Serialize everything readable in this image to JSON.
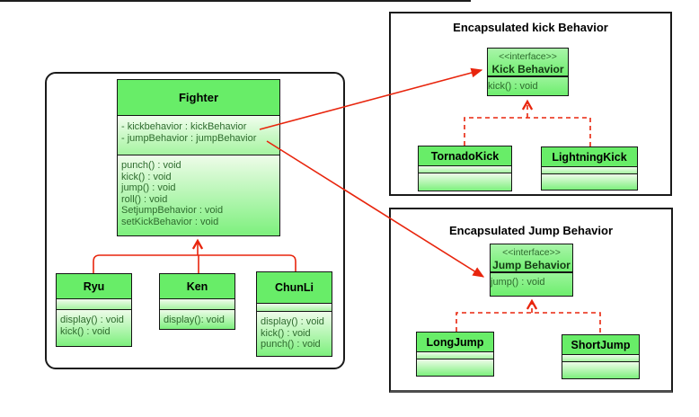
{
  "colors": {
    "connector_red": "#e8250d",
    "class_header_green": "#68ed68",
    "compartment_green_light": "#eefce9",
    "compartment_green_dark": "#7df07d",
    "method_text_green": "#2e6b2e",
    "border_black": "#141414"
  },
  "main_panel": {
    "fighter": {
      "name": "Fighter",
      "attributes": [
        "- kickbehavior : kickBehavior",
        "- jumpBehavior : jumpBehavior"
      ],
      "methods": [
        "punch() : void",
        "kick() : void",
        "jump() : void",
        "roll() : void",
        "SetjumpBehavior : void",
        "setKickBehavior : void"
      ]
    },
    "ryu": {
      "name": "Ryu",
      "methods": [
        "display() : void",
        "kick() : void"
      ]
    },
    "ken": {
      "name": "Ken",
      "methods": [
        "display(): void"
      ]
    },
    "chunli": {
      "name": "ChunLi",
      "methods": [
        "display() : void",
        "kick() : void",
        "punch() : void"
      ]
    }
  },
  "kick_panel": {
    "title": "Encapsulated kick Behavior",
    "interface": {
      "stereotype": "<<interface>>",
      "name": "Kick Behavior",
      "methods": [
        "kick() : void"
      ]
    },
    "implementations": [
      {
        "name": "TornadoKick"
      },
      {
        "name": "LightningKick"
      }
    ]
  },
  "jump_panel": {
    "title": "Encapsulated Jump Behavior",
    "interface": {
      "stereotype": "<<interface>>",
      "name": "Jump Behavior",
      "methods": [
        "jump() : void"
      ]
    },
    "implementations": [
      {
        "name": "LongJump"
      },
      {
        "name": "ShortJump"
      }
    ]
  }
}
